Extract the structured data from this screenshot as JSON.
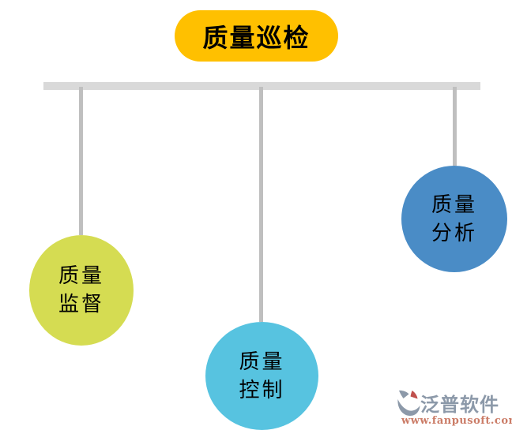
{
  "diagram": {
    "root": {
      "label": "质量巡检",
      "fill": "#FFC000",
      "text_color": "#000000"
    },
    "connector": {
      "bar_color": "#D9D9D9",
      "line_color": "#BFBFBF"
    },
    "nodes": [
      {
        "id": "quality-supervision",
        "lines": [
          "质量",
          "监督"
        ],
        "fill": "#D5DC52",
        "text_color": "#000000"
      },
      {
        "id": "quality-control",
        "lines": [
          "质量",
          "控制"
        ],
        "fill": "#57C3E0",
        "text_color": "#000000"
      },
      {
        "id": "quality-analysis",
        "lines": [
          "质量",
          "分析"
        ],
        "fill": "#4A8CC6",
        "text_color": "#000000"
      }
    ]
  },
  "watermark": {
    "brand": "泛普软件",
    "url": "www.fanpusoft.com",
    "brand_color": "#8C99A9",
    "url_color": "#CB7C67",
    "icon_gray": "#8C99A9",
    "icon_accent": "#C0504D"
  }
}
